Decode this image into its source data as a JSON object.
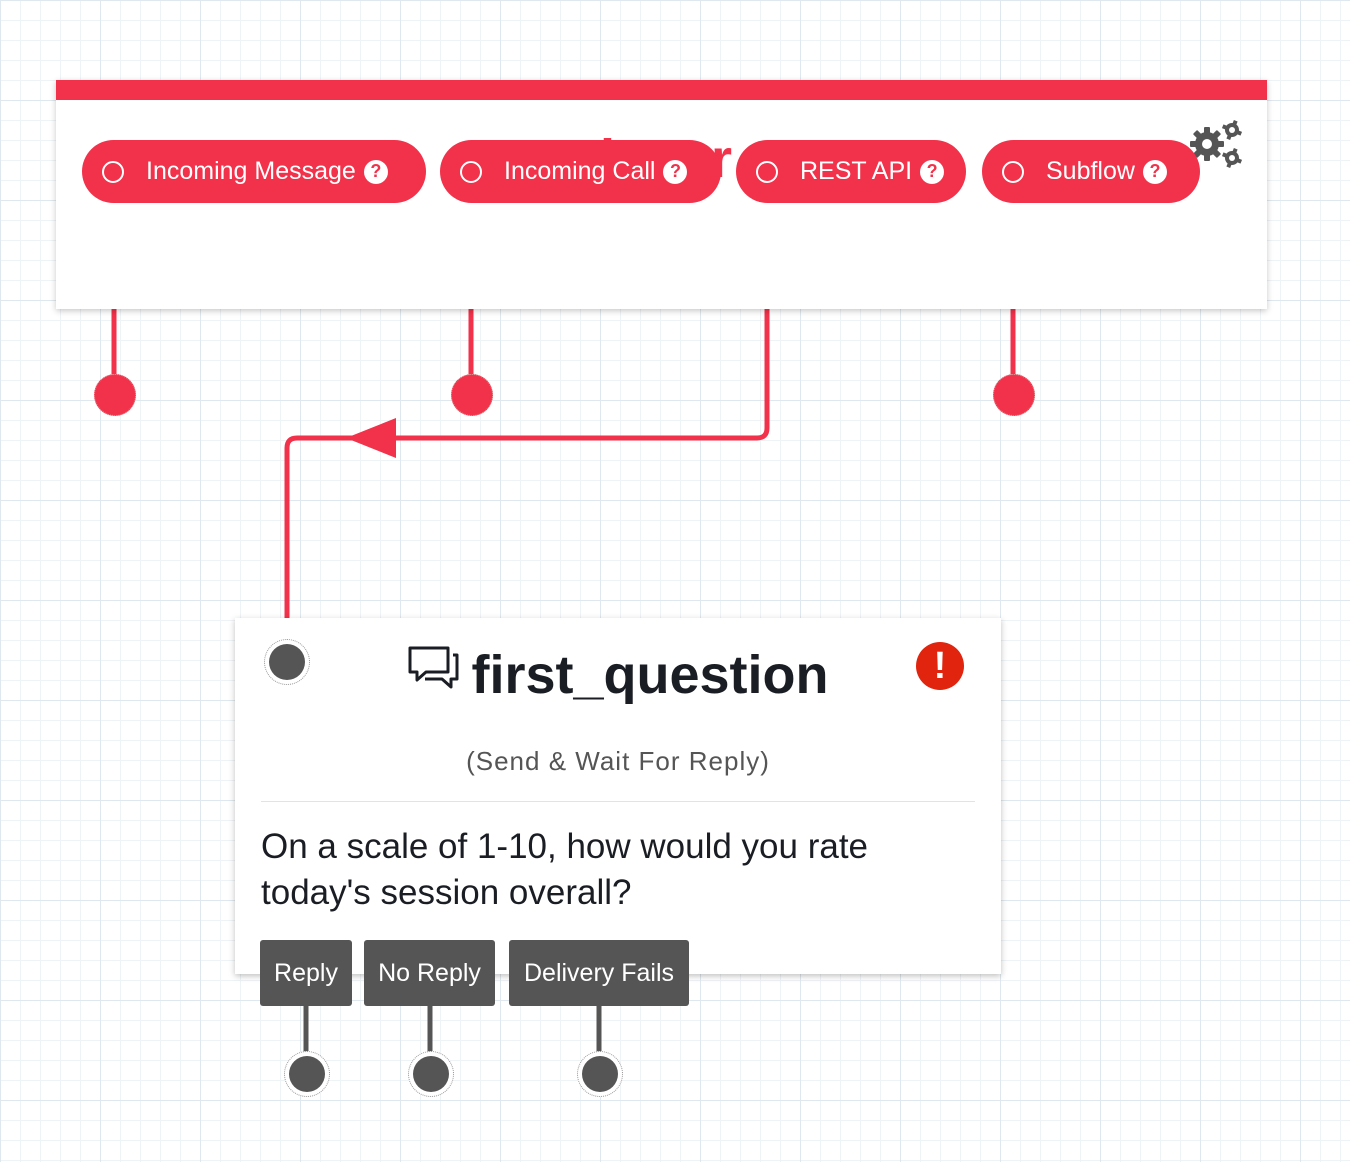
{
  "trigger": {
    "title": "Trigger",
    "help_glyph": "?",
    "settings_icon": "gears-icon",
    "accent": "#f2314a",
    "buttons": [
      {
        "label": "Incoming Message",
        "help_glyph": "?"
      },
      {
        "label": "Incoming Call",
        "help_glyph": "?"
      },
      {
        "label": "REST API",
        "help_glyph": "?"
      },
      {
        "label": "Subflow",
        "help_glyph": "?"
      }
    ]
  },
  "widget": {
    "icon": "chat-bubbles-icon",
    "title": "first_question",
    "status_icon": "alert-icon",
    "status_glyph": "!",
    "status_color": "#e0240e",
    "type_label": "(Send & Wait For Reply)",
    "body": "On a scale of 1-10, how would you rate today's session overall?",
    "transitions": [
      "Reply",
      "No Reply",
      "Delivery Fails"
    ],
    "transition_color": "#555555"
  }
}
